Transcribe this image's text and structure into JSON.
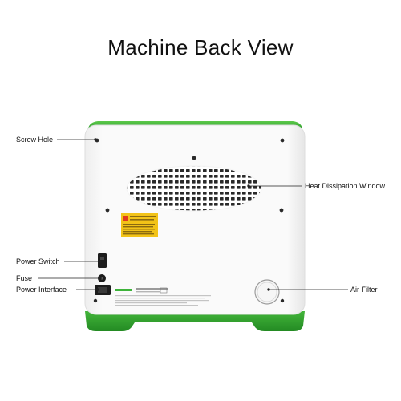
{
  "title": "Machine Back View",
  "callouts": {
    "screw_hole": "Screw Hole",
    "heat_window": "Heat Dissipation Window",
    "power_switch": "Power Switch",
    "fuse": "Fuse",
    "power_interface": "Power Interface",
    "air_filter": "Air Filter"
  },
  "colors": {
    "brand_green": "#3db33a",
    "body_white": "#fbfbfb",
    "vent_dark": "#2a2a2a",
    "warning_label": "#f2c318"
  }
}
